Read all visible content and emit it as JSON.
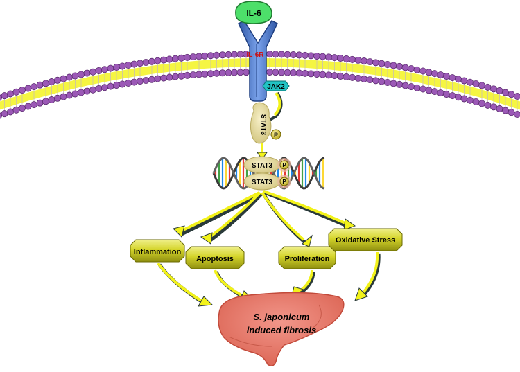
{
  "diagram": {
    "ligand": "IL-6",
    "receptor": "IL-6R",
    "kinase": "JAK2",
    "stat_monomer": "STAT3",
    "phospho": "P",
    "stat_dimer_top": "STAT3",
    "stat_dimer_bottom": "STAT3",
    "outcomes": [
      {
        "label": "Inflammation"
      },
      {
        "label": "Apoptosis"
      },
      {
        "label": "Proliferation"
      },
      {
        "label": "Oxidative Stress"
      }
    ],
    "organ_line1": "S. japonicum",
    "organ_line2": "induced fibrosis"
  },
  "colors": {
    "membrane_head": "#9b59b6",
    "membrane_tail": "#f5f542",
    "ligand": "#4ddf6a",
    "receptor": "#4a78c9",
    "kinase": "#22c4c4",
    "stat": "#e2d691",
    "arrow": "#f2f21a",
    "box": "#c4c41e",
    "liver": "#ea7a6e"
  }
}
